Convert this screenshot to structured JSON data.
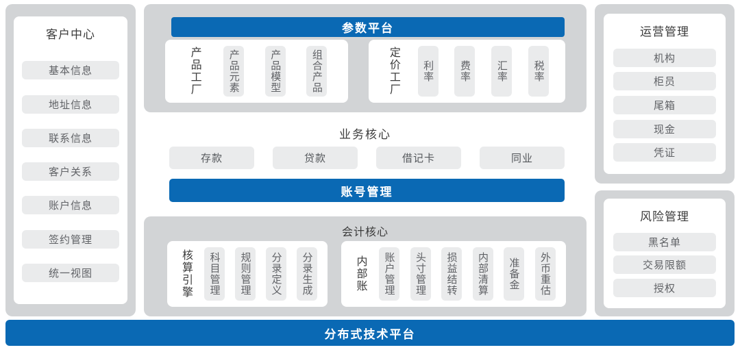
{
  "colors": {
    "accent_blue": "#0a69b4",
    "panel_gray": "#d2d4d6",
    "item_gray": "#eaebec",
    "title_text": "#3b3b3b",
    "item_text": "#606266"
  },
  "left_panel": {
    "title": "客户中心",
    "items": [
      "基本信息",
      "地址信息",
      "联系信息",
      "客户关系",
      "账户信息",
      "签约管理",
      "统一视图"
    ]
  },
  "param_platform": {
    "header": "参数平台",
    "groups": [
      {
        "title": "产品工厂",
        "items": [
          "产品元素",
          "产品模型",
          "组合产品"
        ]
      },
      {
        "title": "定价工厂",
        "items": [
          "利率",
          "费率",
          "汇率",
          "税率"
        ]
      }
    ]
  },
  "business_core": {
    "title": "业务核心",
    "items": [
      "存款",
      "贷款",
      "借记卡",
      "同业"
    ]
  },
  "account_management": {
    "label": "账号管理"
  },
  "accounting_core": {
    "title": "会计核心",
    "groups": [
      {
        "title": "核算引擎",
        "items": [
          "科目管理",
          "规则管理",
          "分录定义",
          "分录生成"
        ]
      },
      {
        "title": "内部账",
        "items": [
          "账户管理",
          "头寸管理",
          "损益结转",
          "内部清算",
          "准备金",
          "外币重估"
        ]
      }
    ]
  },
  "operations_mgmt": {
    "title": "运营管理",
    "items": [
      "机构",
      "柜员",
      "尾箱",
      "现金",
      "凭证"
    ]
  },
  "risk_mgmt": {
    "title": "风险管理",
    "items": [
      "黑名单",
      "交易限额",
      "授权"
    ]
  },
  "tech_platform": {
    "label": "分布式技术平台"
  }
}
